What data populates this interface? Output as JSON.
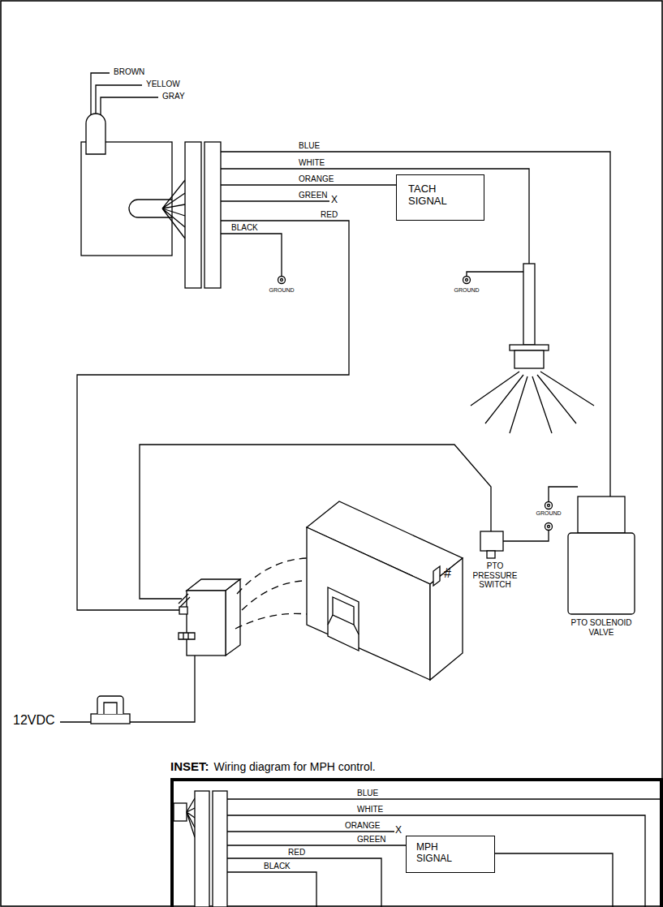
{
  "diagram": {
    "nodes": [
      {
        "text": [
          "TACH SIGNAL"
        ]
      },
      {
        "text": [
          "MPH SIGNAL"
        ]
      }
    ],
    "labels": [
      "BROWN",
      "YELLOW",
      "GRAY",
      "BLUE",
      "WHITE",
      "ORANGE",
      "GREEN",
      "X",
      "RED",
      "BLACK",
      "GROUND",
      "GROUND",
      "GROUND",
      "#",
      "PTO PRESSURE SWITCH",
      "PTO SOLENOID VALVE",
      "12VDC",
      "INSET:",
      "Wiring diagram for MPH control.",
      "BLUE",
      "WHITE",
      "ORANGE",
      "X",
      "GREEN",
      "RED",
      "BLACK"
    ]
  }
}
